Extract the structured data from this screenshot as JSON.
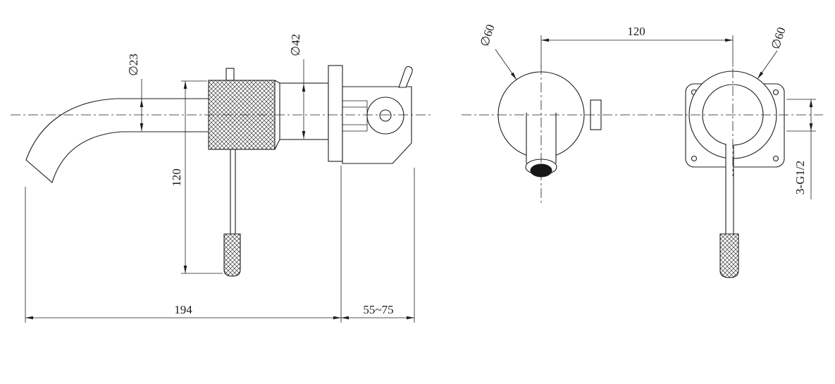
{
  "page": {
    "background": "#ffffff",
    "line_color": "#1c1c1c"
  },
  "labels": {
    "spout_diameter": "∅23",
    "body_diameter": "∅42",
    "handle_length": "120",
    "spout_reach": "194",
    "wall_depth_range": "55~75",
    "flange_diameter_left": "∅60",
    "centers_distance": "120",
    "flange_diameter_right": "∅60",
    "thread_spec": "3-G1/2"
  }
}
